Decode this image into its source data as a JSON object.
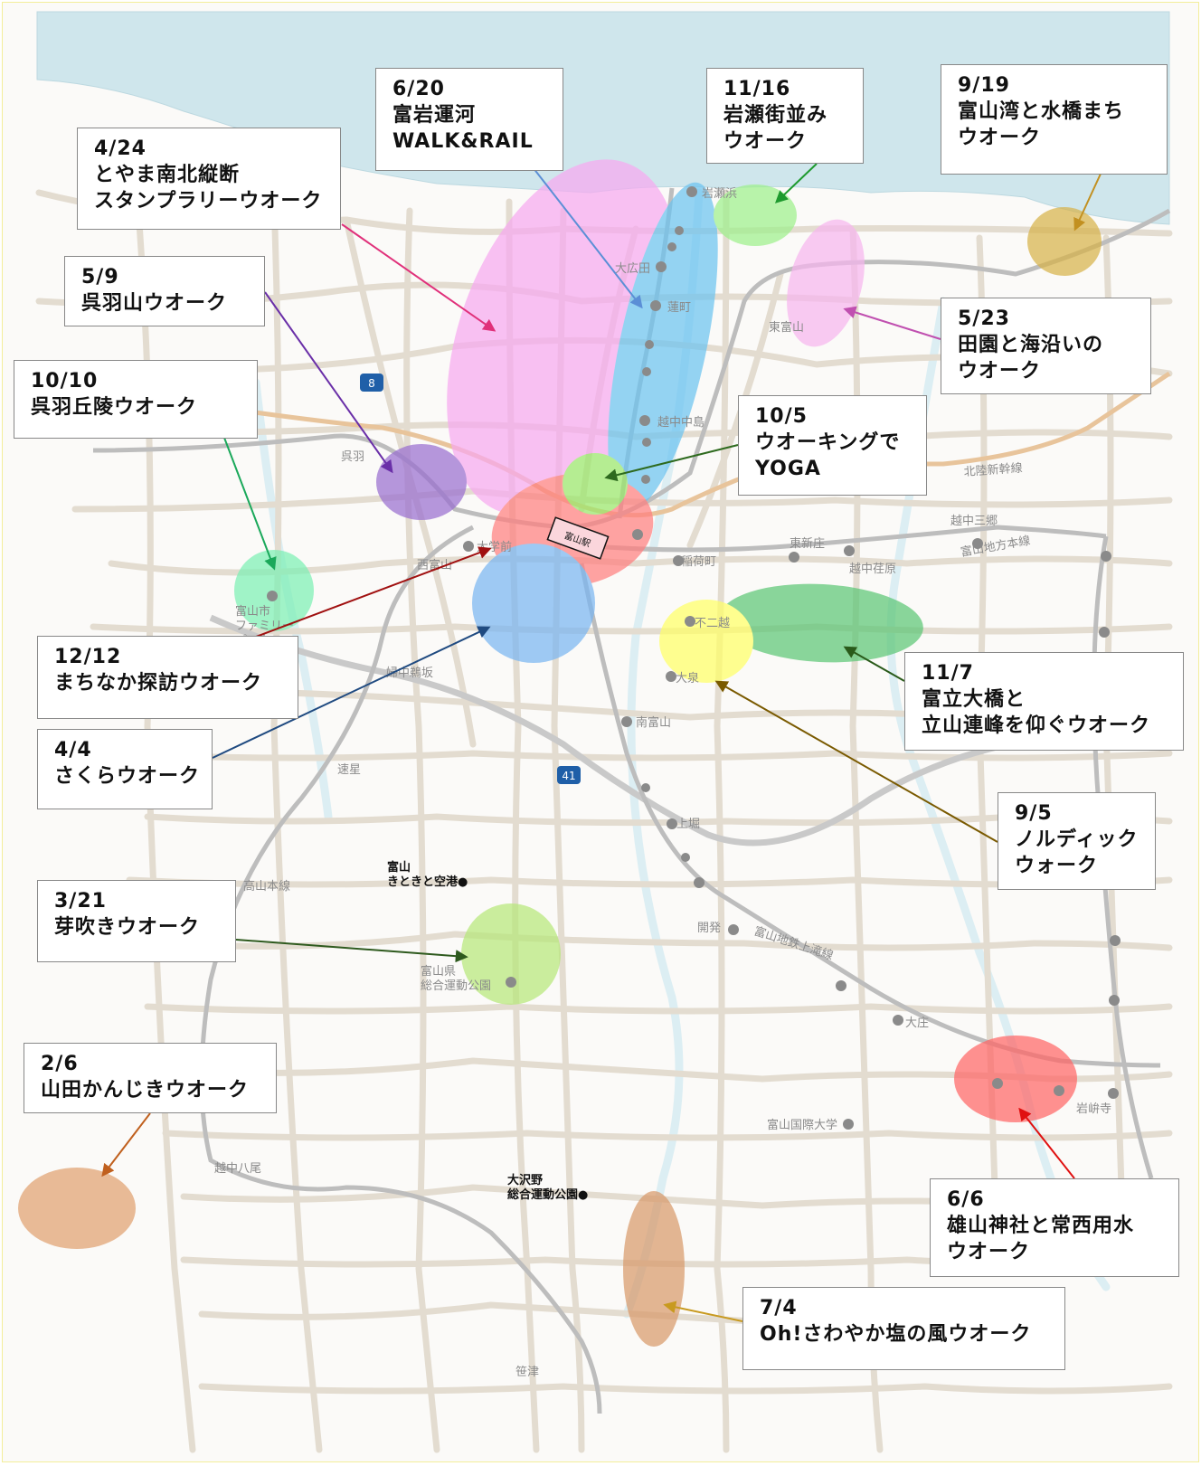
{
  "colors": {
    "sea": "#cfe6ec",
    "road": "#e3dcd0",
    "land": "#fbfaf8",
    "rail": "#bdbdbd",
    "shinkansen": "#e8c49b",
    "highway": "#c9c9c9"
  },
  "stations": {
    "iwasehama": "岩瀬浜",
    "ohiroda": "大広田",
    "hasumachi": "蓮町",
    "etchunakajima": "越中中島",
    "higashitoyama": "東富山",
    "kureha": "呉羽",
    "nishitoyama": "西富山",
    "daigakumae": "大学前",
    "toyama": "富山駅",
    "inarimachi": "稲荷町",
    "higashishinjo": "東新庄",
    "etchuarawara": "越中荏原",
    "etchusangou": "越中三郷",
    "fujikoshi": "不二越",
    "oizumi": "大泉",
    "minamitoyama": "南富山",
    "bacchu": "婦中鵜坂",
    "hayahoshi": "速星",
    "kamidaki": "上堀",
    "kaihotsu": "開発",
    "ozumi": "大庄",
    "iwakuraji": "岩峅寺",
    "etchuyao": "越中八尾",
    "sasazu": "笹津"
  },
  "line_labels": {
    "hokuriku": "北陸新幹線",
    "chiho": "富山地方本線",
    "kamitaki": "富山地鉄上滝線",
    "takayama": "高山本線"
  },
  "route_numbers": {
    "r8": "8",
    "r41": "41"
  },
  "places": {
    "family_park": "富山市\nファミリー\nパーク",
    "airport": "富山\nきときと空港●",
    "sports_park": "富山県\n総合運動公園",
    "ozawano_park": "大沢野\n総合運動公園●",
    "intl_univ": "富山国際大学"
  },
  "callouts": [
    {
      "id": "c0620",
      "date": "6/20",
      "name": "富岩運河\nWALK&RAIL",
      "zone": "#f7a9f0",
      "arrow": "#5b8fd6"
    },
    {
      "id": "c0424",
      "date": "4/24",
      "name": "とやま南北縦断\nスタンプラリーウオーク",
      "zone": "#f7a9f0",
      "arrow": "#e0307a"
    },
    {
      "id": "c1116",
      "date": "11/16",
      "name": "岩瀬街並み\nウオーク",
      "zone": "#9ef08c",
      "arrow": "#1e9a2e"
    },
    {
      "id": "c0919",
      "date": "9/19",
      "name": "富山湾と水橋まち\nウオーク",
      "zone": "#d7b34a",
      "arrow": "#c29020"
    },
    {
      "id": "c0509",
      "date": "5/9",
      "name": "呉羽山ウオーク",
      "zone": "#9a6fd0",
      "arrow": "#6a2fa8"
    },
    {
      "id": "c0523",
      "date": "5/23",
      "name": "田園と海沿いの\nウオーク",
      "zone": "#f7b6ef",
      "arrow": "#c050b0"
    },
    {
      "id": "c1010",
      "date": "10/10",
      "name": "呉羽丘陵ウオーク",
      "zone": "#7df0b4",
      "arrow": "#1aa85a"
    },
    {
      "id": "c1005",
      "date": "10/5",
      "name": "ウオーキングで\nYOGA",
      "zone": "#9ae86a",
      "arrow": "#2e6a1e"
    },
    {
      "id": "c1212",
      "date": "12/12",
      "name": "まちなか探訪ウオーク",
      "zone": "#ff7f7f",
      "arrow": "#a01010"
    },
    {
      "id": "c1107",
      "date": "11/7",
      "name": "富立大橋と\n立山連峰を仰ぐウオーク",
      "zone": "#5cc675",
      "arrow": "#2a5a1a"
    },
    {
      "id": "c0404",
      "date": "4/4",
      "name": "さくらウオーク",
      "zone": "#7ab6f2",
      "arrow": "#1f4a80"
    },
    {
      "id": "c0905",
      "date": "9/5",
      "name": "ノルディック\nウォーク",
      "zone": "#ffff66",
      "arrow": "#7a5a00"
    },
    {
      "id": "c0321",
      "date": "3/21",
      "name": "芽吹きウオーク",
      "zone": "#b7e87a",
      "arrow": "#2e5a1e"
    },
    {
      "id": "c0206",
      "date": "2/6",
      "name": "山田かんじきウオーク",
      "zone": "#e0a070",
      "arrow": "#c0601e"
    },
    {
      "id": "c0606",
      "date": "6/6",
      "name": "雄山神社と常西用水\nウオーク",
      "zone": "#ff6666",
      "arrow": "#e01010"
    },
    {
      "id": "c0704",
      "date": "7/4",
      "name": "Oh!さわやか塩の風ウオーク",
      "zone": "#d99a6a",
      "arrow": "#c89a20"
    }
  ]
}
